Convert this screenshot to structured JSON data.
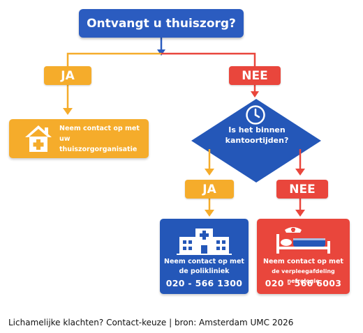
{
  "question": "Ontvangt u thuiszorg?",
  "branch_yes": "JA",
  "branch_no": "NEE",
  "yes_action": {
    "line1": "Neem contact op met",
    "line2": "uw thuiszorgorganisatie",
    "icon": "house-medical-icon"
  },
  "decision": {
    "line1": "Is het binnen",
    "line2": "kantoortijden?",
    "icon": "clock-icon"
  },
  "sub_yes": "JA",
  "sub_no": "NEE",
  "polikliniek": {
    "line1": "Neem contact op met",
    "line2": "de polikliniek",
    "phone": "020 - 566 1300",
    "icon": "hospital-building-icon"
  },
  "verpleegafdeling": {
    "line1": "Neem contact op met",
    "line2": "de verpleegafdeling nefrologie",
    "phone": "020 - 566 6003",
    "icon": "hospital-bed-icon"
  },
  "caption": "Lichamelijke klachten? Contact-keuze | bron: Amsterdam UMC 2026",
  "colors": {
    "blue": "#2b5cc0",
    "yellow": "#f5ac2b",
    "red": "#e9463c"
  }
}
